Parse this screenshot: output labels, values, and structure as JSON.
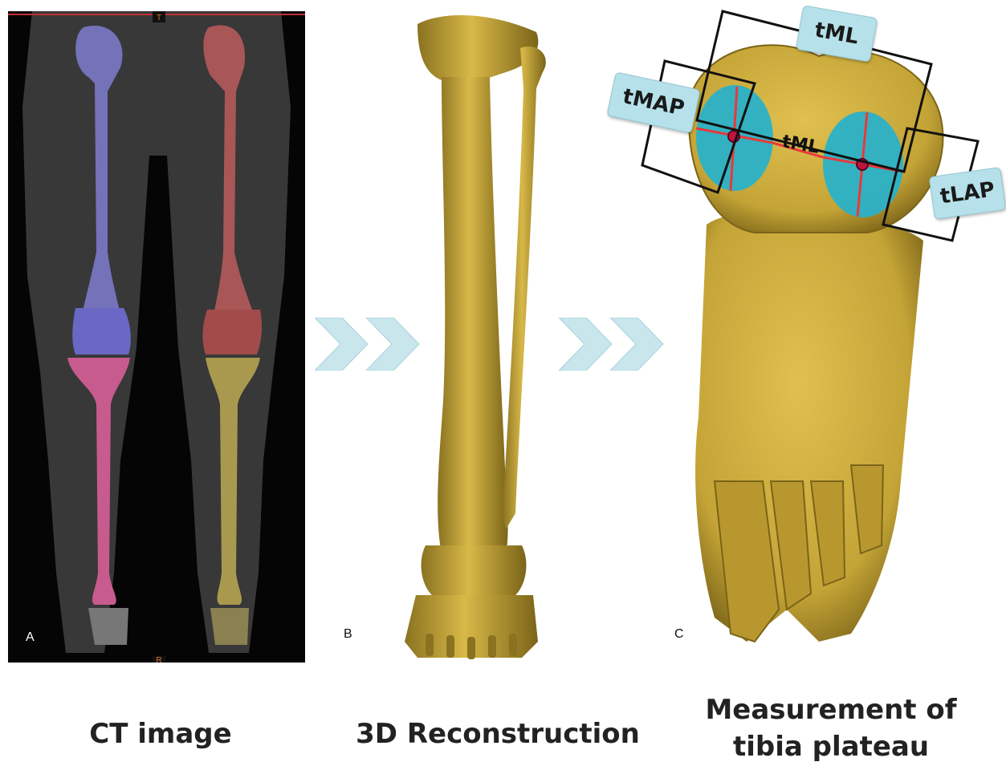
{
  "panels": {
    "a": {
      "letter": "A",
      "caption": "CT image"
    },
    "b": {
      "letter": "B",
      "caption": "3D Reconstruction"
    },
    "c": {
      "letter": "C",
      "caption_line1": "Measurement of",
      "caption_line2": "tibia plateau"
    }
  },
  "ct_markers": {
    "top": "T",
    "bottom": "R"
  },
  "measurements": {
    "tml_top": "tML",
    "tmap": "tMAP",
    "tml_mid": "tML",
    "tlap": "tLAP"
  },
  "colors": {
    "bone": "#c4a436",
    "bone_dark": "#8a7220",
    "femur_left_overlay": "#7b79c8",
    "tibia_left_overlay": "#c85b8e",
    "femur_right_overlay": "#b55a5a",
    "tibia_right_overlay": "#a9994f",
    "chevron": "#c8e6ec",
    "plateau_disc": "#2ab1c8",
    "measure_line": "#e83a3a"
  }
}
